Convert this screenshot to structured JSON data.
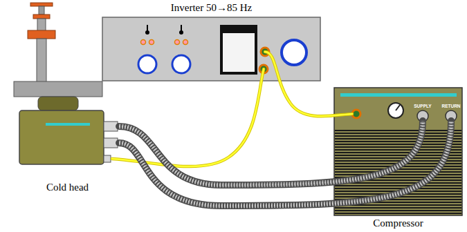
{
  "diagram": {
    "nodes": [
      {
        "text": [
          "Inverter 50→85 Hz"
        ]
      },
      {
        "text": [
          "Cold head"
        ]
      },
      {
        "text": [
          "Compressor"
        ]
      }
    ],
    "edges": [
      {
        "from": 0,
        "to": 2,
        "arrow": "none"
      },
      {
        "from": 0,
        "to": 1,
        "arrow": "none"
      },
      {
        "from": 1,
        "to": 2,
        "arrow": "none"
      },
      {
        "from": 1,
        "to": 2,
        "arrow": "none"
      }
    ],
    "labels": [
      "SUPPLY",
      "RETURN"
    ]
  }
}
